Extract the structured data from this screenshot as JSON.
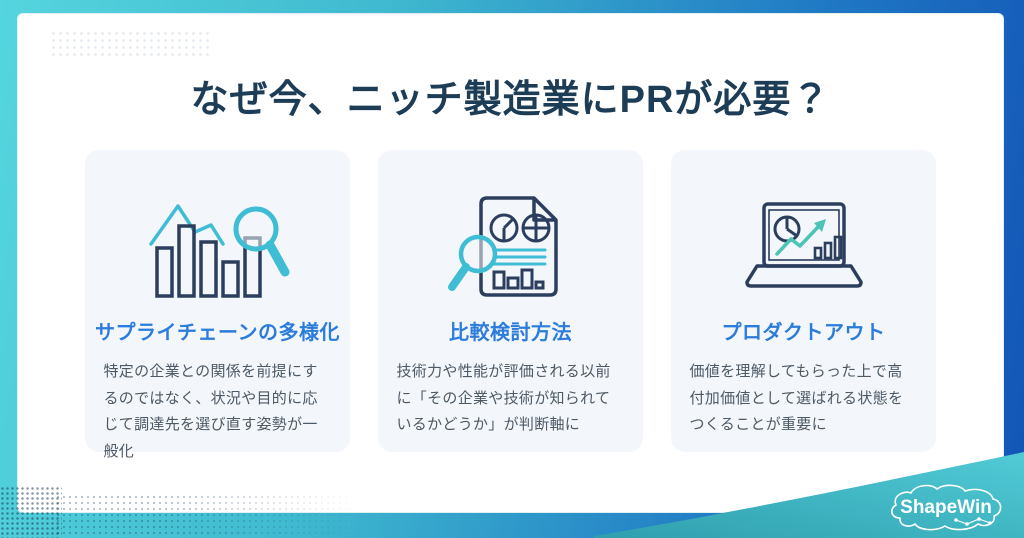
{
  "page": {
    "title": "なぜ今、ニッチ製造業にPRが必要？"
  },
  "cards": [
    {
      "icon": "bar-chart-magnifier-icon",
      "heading": "サプライチェーンの多様化",
      "body": "特定の企業との関係を前提にするのではなく、状況や目的に応じて調達先を選び直す姿勢が一般化"
    },
    {
      "icon": "document-magnifier-icon",
      "heading": "比較検討方法",
      "body": "技術力や性能が評価される以前に「その企業や技術が知られているかどうか」が判断軸に"
    },
    {
      "icon": "laptop-growth-chart-icon",
      "heading": "プロダクトアウト",
      "body": "価値を理解してもらった上で高付加価値として選ばれる状態をつくることが重要に"
    }
  ],
  "footer": {
    "logo_text": "ShapeWin"
  },
  "colors": {
    "frame_teal": "#55d5de",
    "frame_blue": "#1254b6",
    "title_navy": "#1d3c55",
    "heading_blue": "#2b7cdb",
    "body_gray": "#4d5965",
    "card_bg": "#f3f6fa",
    "icon_navy": "#2c3e5e",
    "icon_teal": "#3fbdd4",
    "swoosh_teal": "#38a9b8"
  }
}
